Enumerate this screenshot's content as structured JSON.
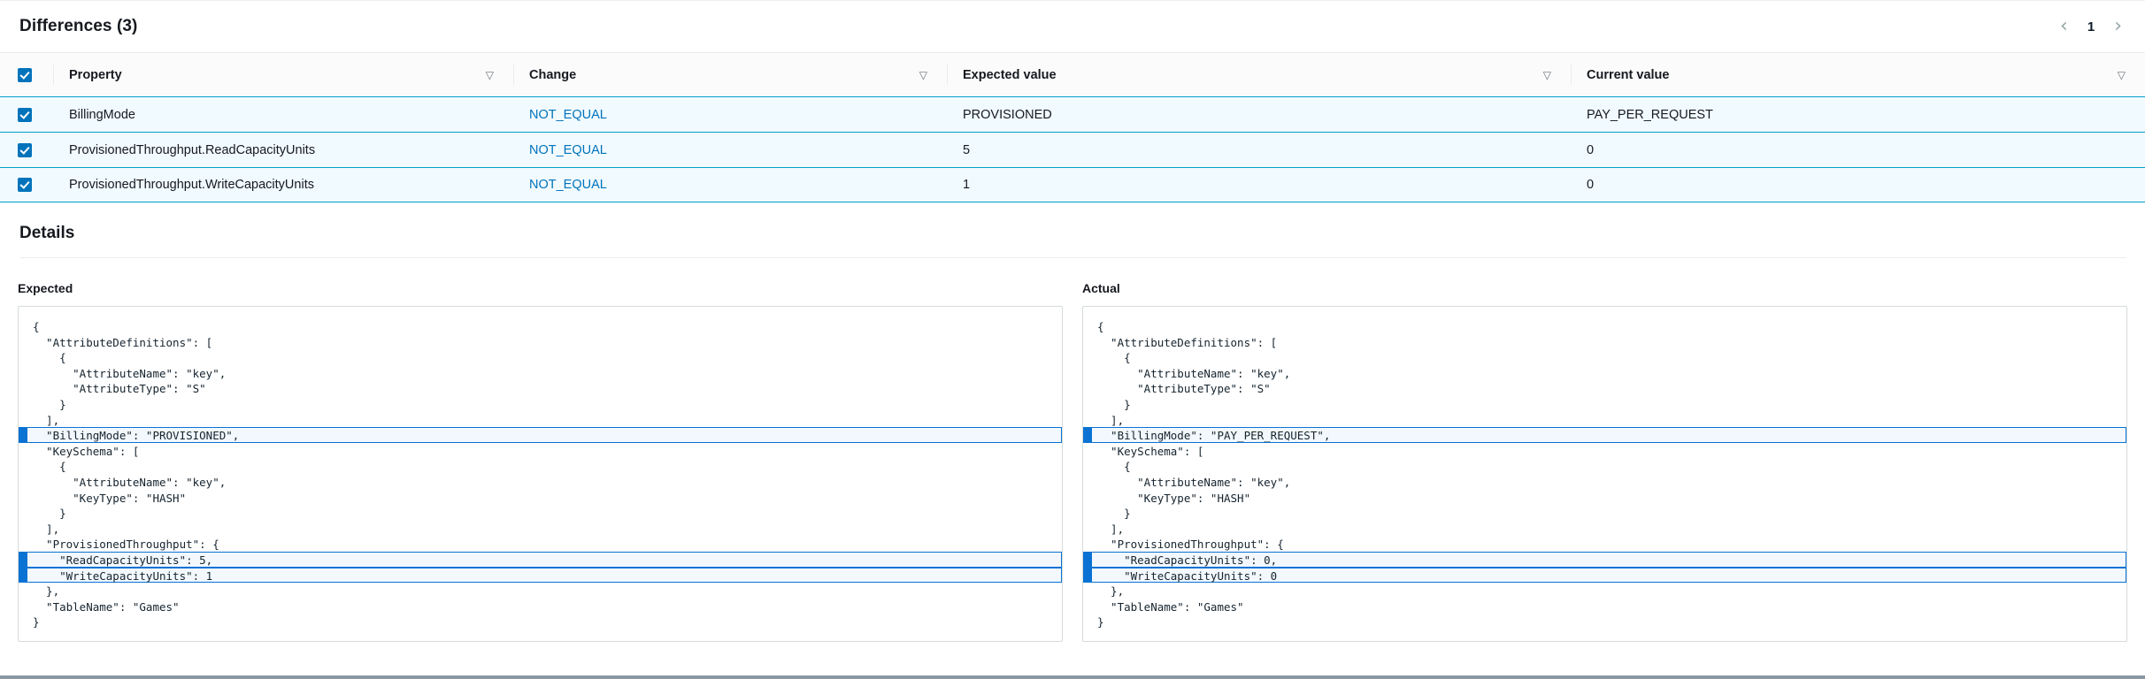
{
  "panel": {
    "title": "Differences (3)",
    "pagination": {
      "prev": "‹",
      "current_page": "1",
      "next": "›"
    }
  },
  "table": {
    "select_all_checked": true,
    "columns": [
      {
        "label": "Property",
        "filter_icon": "▽"
      },
      {
        "label": "Change",
        "filter_icon": "▽"
      },
      {
        "label": "Expected value",
        "filter_icon": "▽"
      },
      {
        "label": "Current value",
        "filter_icon": "▽"
      }
    ],
    "rows": [
      {
        "checked": true,
        "property": "BillingMode",
        "change": "NOT_EQUAL",
        "expected": "PROVISIONED",
        "current": "PAY_PER_REQUEST"
      },
      {
        "checked": true,
        "property": "ProvisionedThroughput.ReadCapacityUnits",
        "change": "NOT_EQUAL",
        "expected": "5",
        "current": "0"
      },
      {
        "checked": true,
        "property": "ProvisionedThroughput.WriteCapacityUnits",
        "change": "NOT_EQUAL",
        "expected": "1",
        "current": "0"
      }
    ]
  },
  "details": {
    "title": "Details",
    "panels": [
      {
        "label": "Expected",
        "lines": [
          {
            "text": "{",
            "hl": false
          },
          {
            "text": "  \"AttributeDefinitions\": [",
            "hl": false
          },
          {
            "text": "    {",
            "hl": false
          },
          {
            "text": "      \"AttributeName\": \"key\",",
            "hl": false
          },
          {
            "text": "      \"AttributeType\": \"S\"",
            "hl": false
          },
          {
            "text": "    }",
            "hl": false
          },
          {
            "text": "  ],",
            "hl": false
          },
          {
            "text": "  \"BillingMode\": \"PROVISIONED\",",
            "hl": true
          },
          {
            "text": "  \"KeySchema\": [",
            "hl": false
          },
          {
            "text": "    {",
            "hl": false
          },
          {
            "text": "      \"AttributeName\": \"key\",",
            "hl": false
          },
          {
            "text": "      \"KeyType\": \"HASH\"",
            "hl": false
          },
          {
            "text": "    }",
            "hl": false
          },
          {
            "text": "  ],",
            "hl": false
          },
          {
            "text": "  \"ProvisionedThroughput\": {",
            "hl": false
          },
          {
            "text": "    \"ReadCapacityUnits\": 5,",
            "hl": true
          },
          {
            "text": "    \"WriteCapacityUnits\": 1",
            "hl": true
          },
          {
            "text": "  },",
            "hl": false
          },
          {
            "text": "  \"TableName\": \"Games\"",
            "hl": false
          },
          {
            "text": "}",
            "hl": false
          }
        ]
      },
      {
        "label": "Actual",
        "lines": [
          {
            "text": "{",
            "hl": false
          },
          {
            "text": "  \"AttributeDefinitions\": [",
            "hl": false
          },
          {
            "text": "    {",
            "hl": false
          },
          {
            "text": "      \"AttributeName\": \"key\",",
            "hl": false
          },
          {
            "text": "      \"AttributeType\": \"S\"",
            "hl": false
          },
          {
            "text": "    }",
            "hl": false
          },
          {
            "text": "  ],",
            "hl": false
          },
          {
            "text": "  \"BillingMode\": \"PAY_PER_REQUEST\",",
            "hl": true
          },
          {
            "text": "  \"KeySchema\": [",
            "hl": false
          },
          {
            "text": "    {",
            "hl": false
          },
          {
            "text": "      \"AttributeName\": \"key\",",
            "hl": false
          },
          {
            "text": "      \"KeyType\": \"HASH\"",
            "hl": false
          },
          {
            "text": "    }",
            "hl": false
          },
          {
            "text": "  ],",
            "hl": false
          },
          {
            "text": "  \"ProvisionedThroughput\": {",
            "hl": false
          },
          {
            "text": "    \"ReadCapacityUnits\": 0,",
            "hl": true
          },
          {
            "text": "    \"WriteCapacityUnits\": 0",
            "hl": true
          },
          {
            "text": "  },",
            "hl": false
          },
          {
            "text": "  \"TableName\": \"Games\"",
            "hl": false
          },
          {
            "text": "}",
            "hl": false
          }
        ]
      }
    ]
  },
  "colors": {
    "selected_row_bg": "#f1faff",
    "selected_row_border": "#00a1c9",
    "link": "#0073bb",
    "checkbox": "#0073bb",
    "highlight_border": "#0972d3",
    "highlight_bg": "#f2f8fd",
    "highlight_marker": "#0972d3",
    "divider": "#eaeded",
    "code_border": "#d5dbdb",
    "bottom_bar": "#8b98a2"
  }
}
